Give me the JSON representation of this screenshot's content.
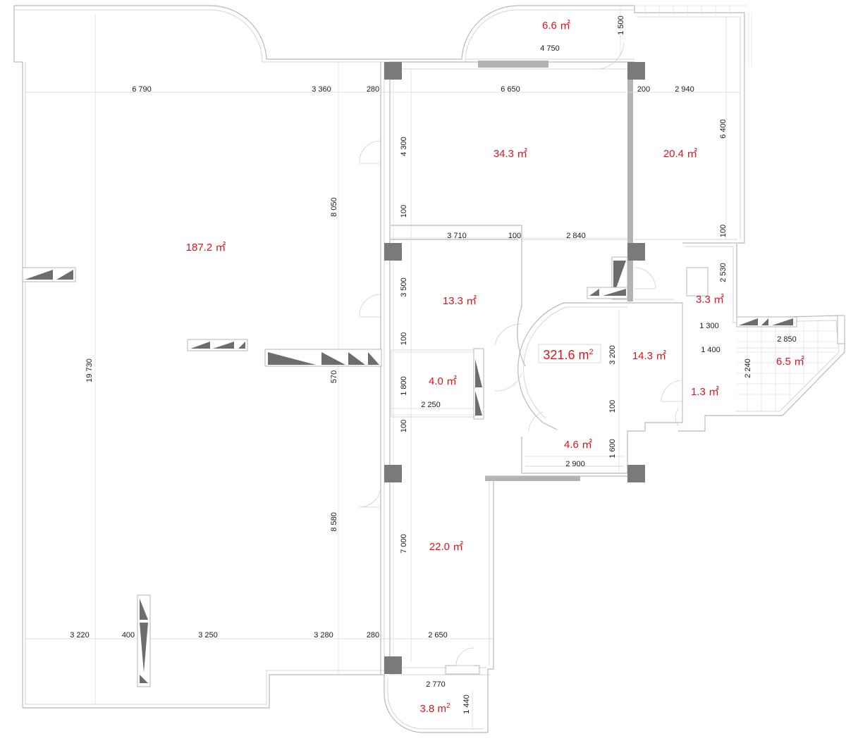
{
  "total_area": {
    "value": "321.6 m",
    "sup": "2"
  },
  "rooms": [
    {
      "id": "main-hall",
      "area": "187.2 ㎡"
    },
    {
      "id": "top-balcony",
      "area": "6.6 ㎡"
    },
    {
      "id": "room-top-center",
      "area": "34.3 ㎡"
    },
    {
      "id": "room-top-right",
      "area": "20.4 ㎡"
    },
    {
      "id": "room-middle",
      "area": "13.3 ㎡"
    },
    {
      "id": "closet-right",
      "area": "3.3 ㎡"
    },
    {
      "id": "hall-round",
      "area": "14.3 ㎡"
    },
    {
      "id": "loggia-right",
      "area": "6.5 ㎡"
    },
    {
      "id": "bath-small",
      "area": "4.0 ㎡"
    },
    {
      "id": "wc-right",
      "area": "1.3 ㎡"
    },
    {
      "id": "room-under-round",
      "area": "4.6 ㎡"
    },
    {
      "id": "room-bottom",
      "area": "22.0 ㎡"
    },
    {
      "id": "bottom-balcony",
      "area": "3.8 m",
      "sup": "2"
    }
  ],
  "dimensions": [
    "1 500",
    "4 750",
    "6 790",
    "3 360",
    "280",
    "6 650",
    "200",
    "2 940",
    "4 300",
    "6 400",
    "8 050",
    "100",
    "3 710",
    "100",
    "2 840",
    "100",
    "2 530",
    "3 500",
    "19 730",
    "100",
    "1 300",
    "2 850",
    "1 400",
    "3 200",
    "570",
    "1 800",
    "2 240",
    "2 250",
    "100",
    "100",
    "1 600",
    "2 900",
    "8 580",
    "7 000",
    "3 220",
    "400",
    "3 250",
    "3 280",
    "280",
    "2 650",
    "2 770",
    "1 440"
  ]
}
